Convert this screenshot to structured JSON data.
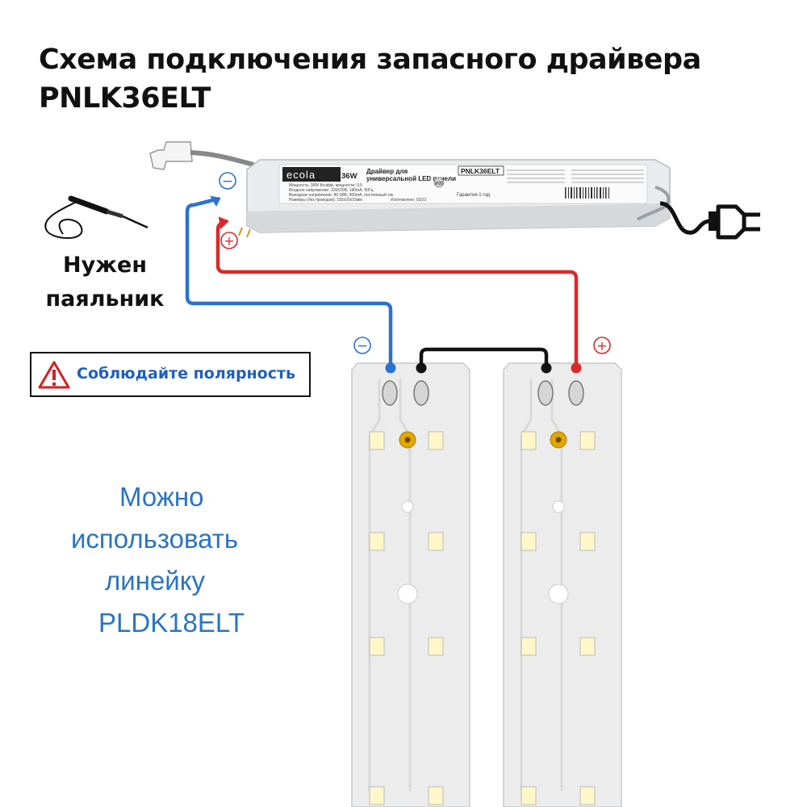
{
  "title": {
    "line1": "Схема подключения  запасного драйвера",
    "line2": "PNLK36ELT"
  },
  "solder": {
    "line1": "Нужен",
    "line2": "паяльник"
  },
  "warning": {
    "text": "Соблюдайте полярность"
  },
  "note": {
    "line1": "Можно",
    "line2": "использовать",
    "line3": "линейку",
    "line4": "PLDK18ELT"
  },
  "driver": {
    "brand": "ecola",
    "power": "36W",
    "heading1": "Драйвер для",
    "heading2": "универсальной LED панели",
    "model": "PNLK36ELT",
    "ip": "IP20",
    "spec1": "Мощность: 36W   Коэфф. мощности: 0,5",
    "spec2": "Входное напряжение: 220±20В, 190mA, 50Гц",
    "spec3": "Выходное напряжение: 80-90В, 360mA, постоянный ток",
    "spec4": "Размеры (без проводов): 155х20х15мм",
    "made": "Изготовлено: 03/23",
    "warranty": "Гарантия 1 год"
  },
  "polarity": {
    "minus": "−",
    "plus": "+"
  },
  "colors": {
    "negative_wire": "#2a72d0",
    "positive_wire": "#d82a2a",
    "bridge_wire": "#111111",
    "note_text": "#2a74c4",
    "warning_text": "#1f5fbf",
    "warning_triangle": "#d32020"
  }
}
